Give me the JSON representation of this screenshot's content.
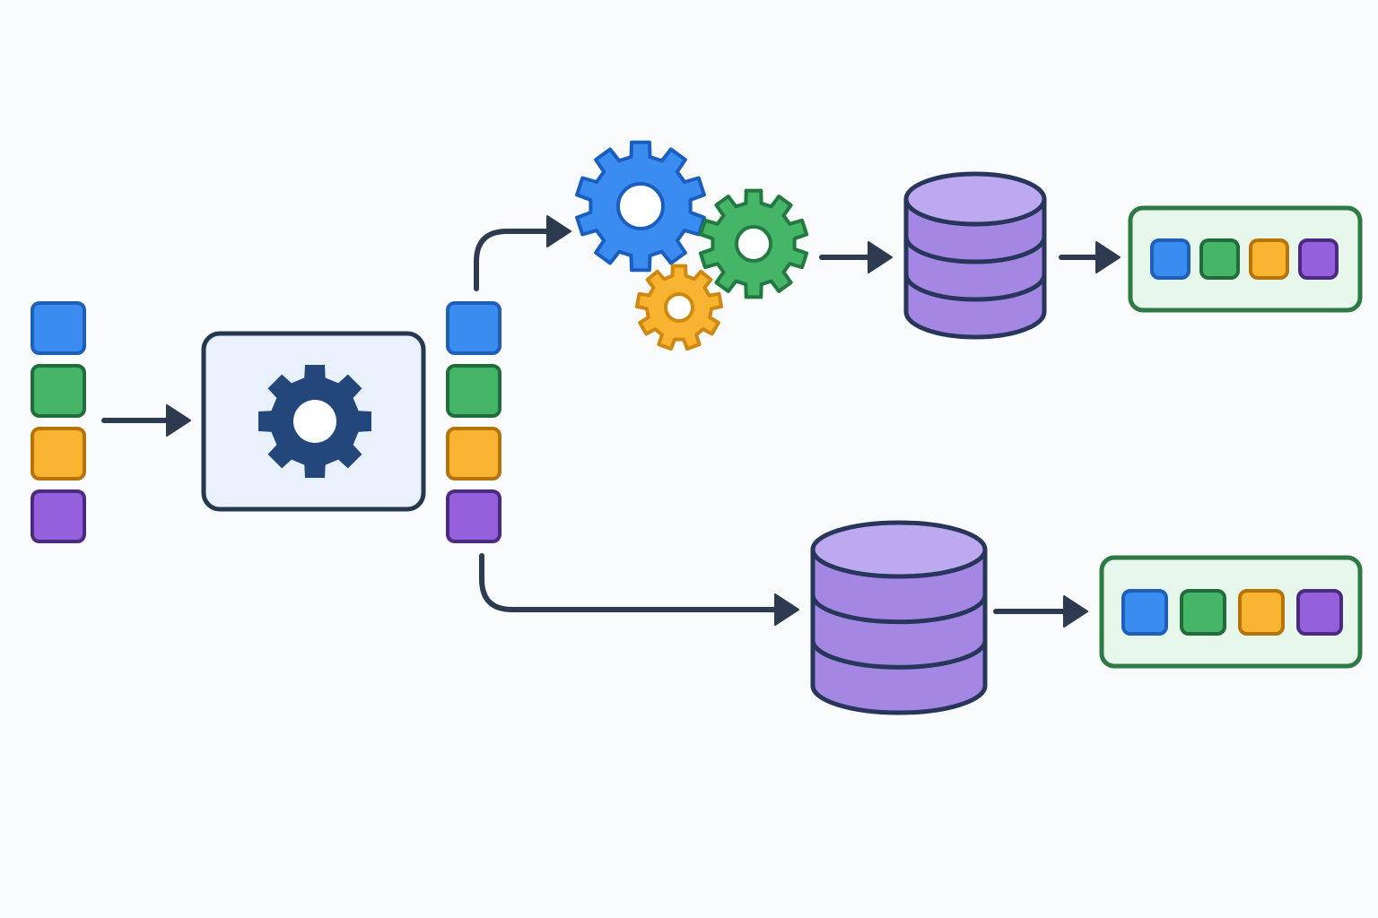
{
  "colors": {
    "background": "#fafbfc",
    "outline": "#263850",
    "arrow": "#2d3a4f",
    "blue": "#3b8cf0",
    "green": "#45b567",
    "orange": "#f8b331",
    "purple": "#9460dc",
    "processor_fill": "#e8f1fc",
    "processor_gear": "#23477a",
    "output_fill": "#e8f7ec",
    "output_border": "#2e7a45",
    "db_body": "#a387e3",
    "db_top": "#bda9f0",
    "db_outline": "#27365a",
    "gear_blue_outline": "#1c5ec0",
    "gear_green_outline": "#237a40",
    "gear_orange_outline": "#cf8812"
  },
  "diagram": {
    "input_stack": {
      "icon": "data-items-stack",
      "items": [
        "blue",
        "green",
        "orange",
        "purple"
      ]
    },
    "processor": {
      "icon": "gear-icon"
    },
    "split_stack": {
      "icon": "data-items-stack",
      "items": [
        "blue",
        "green",
        "orange",
        "purple"
      ]
    },
    "upper_branch": {
      "gears": [
        "blue",
        "green",
        "orange"
      ],
      "database": {
        "icon": "database-icon"
      },
      "output_row": {
        "items": [
          "blue",
          "green",
          "orange",
          "purple"
        ]
      }
    },
    "lower_branch": {
      "database": {
        "icon": "database-icon"
      },
      "output_row": {
        "items": [
          "blue",
          "green",
          "orange",
          "purple"
        ]
      }
    }
  }
}
